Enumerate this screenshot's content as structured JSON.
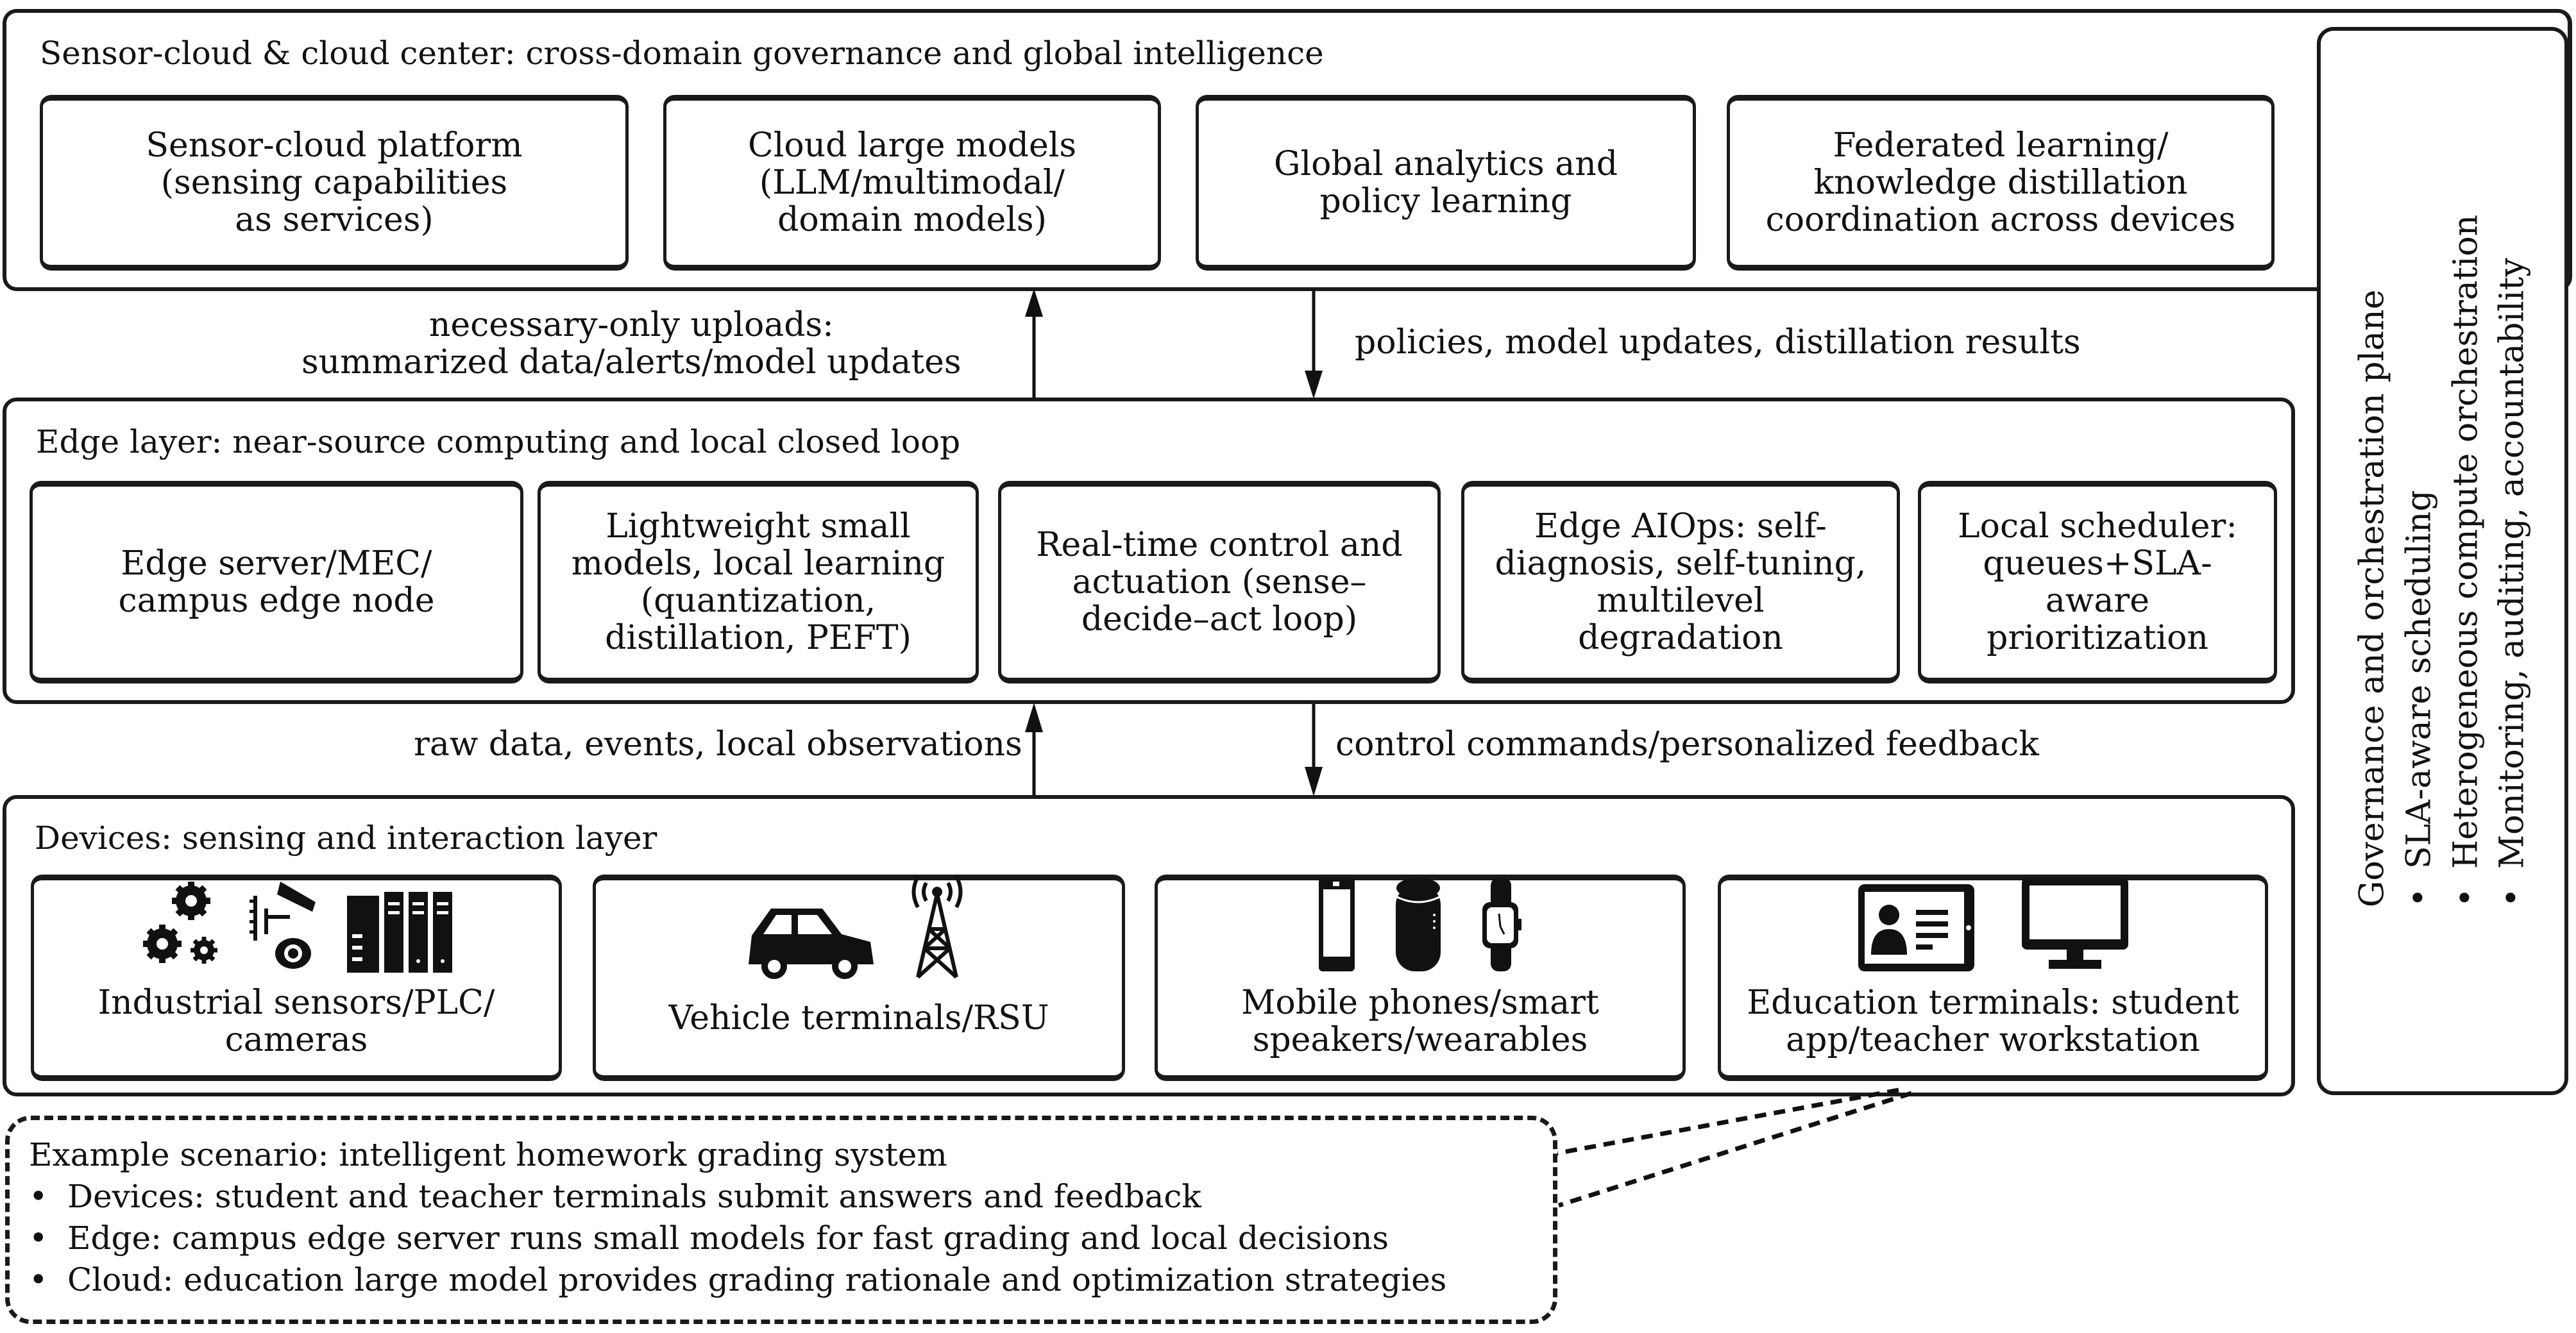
{
  "cloud_layer": {
    "title": "Sensor-cloud & cloud center: cross-domain governance and global intelligence",
    "boxes": [
      {
        "lines": [
          "Sensor-cloud platform",
          "(sensing capabilities",
          "as services)"
        ]
      },
      {
        "lines": [
          "Cloud large models",
          "(LLM/multimodal/",
          "domain models)"
        ]
      },
      {
        "lines": [
          "Global analytics and",
          "policy learning"
        ]
      },
      {
        "lines": [
          "Federated learning/",
          "knowledge distillation",
          "coordination across devices"
        ]
      }
    ]
  },
  "cloud_edge_flows": {
    "up_label": [
      "necessary-only uploads:",
      "summarized data/alerts/model updates"
    ],
    "down_label": "policies, model updates, distillation results"
  },
  "edge_layer": {
    "title": "Edge layer: near-source computing and local closed loop",
    "boxes": [
      {
        "lines": [
          "Edge server/MEC/",
          "campus edge node"
        ]
      },
      {
        "lines": [
          "Lightweight small",
          "models, local learning",
          "(quantization,",
          "distillation, PEFT)"
        ]
      },
      {
        "lines": [
          "Real-time control and",
          "actuation (sense–",
          "decide–act loop)"
        ]
      },
      {
        "lines": [
          "Edge AIOps: self-",
          "diagnosis, self-tuning,",
          "multilevel",
          "degradation"
        ]
      },
      {
        "lines": [
          "Local scheduler:",
          "queues+SLA-",
          "aware",
          "prioritization"
        ]
      }
    ]
  },
  "edge_device_flows": {
    "up_label": "raw data, events, local observations",
    "down_label": "control commands/personalized feedback"
  },
  "device_layer": {
    "title": "Devices: sensing and interaction layer",
    "boxes": [
      {
        "icons": [
          "gears-icon",
          "camera-sensor-icon",
          "plc-rack-icon"
        ],
        "lines": [
          "Industrial sensors/PLC/",
          "cameras"
        ]
      },
      {
        "icons": [
          "car-icon",
          "antenna-tower-icon"
        ],
        "lines": [
          "Vehicle terminals/RSU"
        ]
      },
      {
        "icons": [
          "mobile-phone-icon",
          "smart-speaker-icon",
          "smartwatch-icon"
        ],
        "lines": [
          "Mobile phones/smart",
          "speakers/wearables"
        ]
      },
      {
        "icons": [
          "tablet-profile-icon",
          "monitor-icon"
        ],
        "lines": [
          "Education terminals: student",
          "app/teacher workstation"
        ]
      }
    ]
  },
  "governance": {
    "title": "Governance and orchestration plane",
    "items": [
      "SLA-aware scheduling",
      "Heterogeneous compute orchestration",
      "Monitoring, auditing, accountability"
    ]
  },
  "example": {
    "title": "Example scenario: intelligent homework grading system",
    "items": [
      "Devices: student and teacher terminals submit answers and feedback",
      "Edge: campus edge server runs small models for fast grading and local decisions",
      "Cloud: education large model provides grading rationale and optimization strategies"
    ],
    "bullet": "•"
  }
}
